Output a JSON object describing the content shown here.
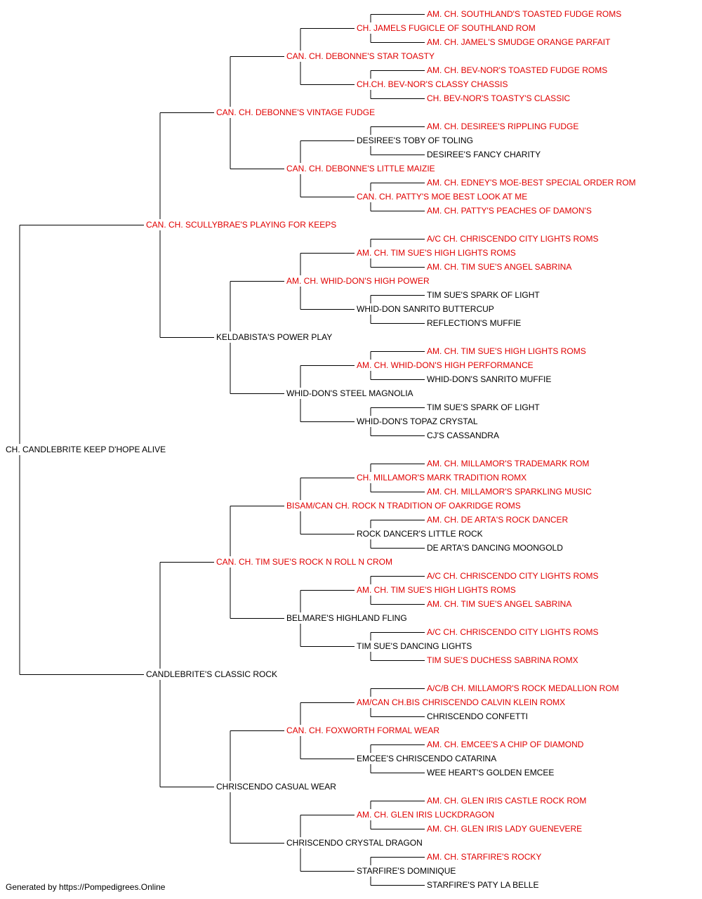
{
  "colors": {
    "champion": "#e00000",
    "normal": "#000000",
    "line": "#000000"
  },
  "footer": "Generated by https://Pompedigrees.Online",
  "pedigree": {
    "name": "CH. CANDLEBRITE KEEP D'HOPE ALIVE",
    "champion": false,
    "sire": {
      "name": "CAN. CH. SCULLYBRAE'S PLAYING FOR KEEPS",
      "champion": true,
      "sire": {
        "name": "CAN. CH. DEBONNE'S VINTAGE FUDGE",
        "champion": true,
        "sire": {
          "name": "CAN. CH. DEBONNE'S STAR TOASTY",
          "champion": true,
          "sire": {
            "name": "CH. JAMELS FUGICLE OF SOUTHLAND ROM",
            "champion": true,
            "sire": {
              "name": "AM. CH. SOUTHLAND'S TOASTED FUDGE ROMS",
              "champion": true
            },
            "dam": {
              "name": "AM. CH. JAMEL'S SMUDGE ORANGE PARFAIT",
              "champion": true
            }
          },
          "dam": {
            "name": "CH.CH. BEV-NOR'S CLASSY CHASSIS",
            "champion": true,
            "sire": {
              "name": "AM. CH. BEV-NOR'S TOASTED FUDGE ROMS",
              "champion": true
            },
            "dam": {
              "name": "CH. BEV-NOR'S TOASTY'S CLASSIC",
              "champion": true
            }
          }
        },
        "dam": {
          "name": "CAN. CH. DEBONNE'S LITTLE MAIZIE",
          "champion": true,
          "sire": {
            "name": "DESIREE'S TOBY OF TOLING",
            "champion": false,
            "sire": {
              "name": "AM. CH. DESIREE'S RIPPLING FUDGE",
              "champion": true
            },
            "dam": {
              "name": "DESIREE'S FANCY CHARITY",
              "champion": false
            }
          },
          "dam": {
            "name": "CAN. CH. PATTY'S MOE BEST LOOK AT ME",
            "champion": true,
            "sire": {
              "name": "AM. CH. EDNEY'S MOE-BEST SPECIAL ORDER ROM",
              "champion": true
            },
            "dam": {
              "name": "AM. CH. PATTY'S PEACHES OF DAMON'S",
              "champion": true
            }
          }
        }
      },
      "dam": {
        "name": "KELDABISTA'S POWER PLAY",
        "champion": false,
        "sire": {
          "name": "AM. CH. WHID-DON'S HIGH POWER",
          "champion": true,
          "sire": {
            "name": "AM. CH. TIM SUE'S HIGH LIGHTS ROMS",
            "champion": true,
            "sire": {
              "name": "A/C CH. CHRISCENDO CITY LIGHTS ROMS",
              "champion": true
            },
            "dam": {
              "name": "AM. CH. TIM SUE'S ANGEL SABRINA",
              "champion": true
            }
          },
          "dam": {
            "name": "WHID-DON SANRITO BUTTERCUP",
            "champion": false,
            "sire": {
              "name": "TIM SUE'S SPARK OF LIGHT",
              "champion": false
            },
            "dam": {
              "name": "REFLECTION'S MUFFIE",
              "champion": false
            }
          }
        },
        "dam": {
          "name": "WHID-DON'S STEEL MAGNOLIA",
          "champion": false,
          "sire": {
            "name": "AM. CH. WHID-DON'S HIGH PERFORMANCE",
            "champion": true,
            "sire": {
              "name": "AM. CH. TIM SUE'S HIGH LIGHTS ROMS",
              "champion": true
            },
            "dam": {
              "name": "WHID-DON'S SANRITO MUFFIE",
              "champion": false
            }
          },
          "dam": {
            "name": "WHID-DON'S TOPAZ CRYSTAL",
            "champion": false,
            "sire": {
              "name": "TIM SUE'S SPARK OF LIGHT",
              "champion": false
            },
            "dam": {
              "name": "CJ'S CASSANDRA",
              "champion": false
            }
          }
        }
      }
    },
    "dam": {
      "name": "CANDLEBRITE'S CLASSIC ROCK",
      "champion": false,
      "sire": {
        "name": "CAN. CH. TIM SUE'S ROCK N ROLL N CROM",
        "champion": true,
        "sire": {
          "name": "BISAM/CAN CH. ROCK N TRADITION OF OAKRIDGE ROMS",
          "champion": true,
          "sire": {
            "name": "CH. MILLAMOR'S MARK TRADITION ROMX",
            "champion": true,
            "sire": {
              "name": "AM. CH. MILLAMOR'S TRADEMARK ROM",
              "champion": true
            },
            "dam": {
              "name": "AM. CH. MILLAMOR'S SPARKLING MUSIC",
              "champion": true
            }
          },
          "dam": {
            "name": "ROCK DANCER'S LITTLE ROCK",
            "champion": false,
            "sire": {
              "name": "AM. CH. DE ARTA'S ROCK DANCER",
              "champion": true
            },
            "dam": {
              "name": "DE ARTA'S DANCING MOONGOLD",
              "champion": false
            }
          }
        },
        "dam": {
          "name": "BELMARE'S HIGHLAND FLING",
          "champion": false,
          "sire": {
            "name": "AM. CH. TIM SUE'S HIGH LIGHTS ROMS",
            "champion": true,
            "sire": {
              "name": "A/C CH. CHRISCENDO CITY LIGHTS ROMS",
              "champion": true
            },
            "dam": {
              "name": "AM. CH. TIM SUE'S ANGEL SABRINA",
              "champion": true
            }
          },
          "dam": {
            "name": "TIM SUE'S DANCING LIGHTS",
            "champion": false,
            "sire": {
              "name": "A/C CH. CHRISCENDO CITY LIGHTS ROMS",
              "champion": true
            },
            "dam": {
              "name": "TIM SUE'S DUCHESS SABRINA ROMX",
              "champion": true
            }
          }
        }
      },
      "dam": {
        "name": "CHRISCENDO CASUAL WEAR",
        "champion": false,
        "sire": {
          "name": "CAN. CH. FOXWORTH FORMAL WEAR",
          "champion": true,
          "sire": {
            "name": "AM/CAN CH.BIS CHRISCENDO CALVIN KLEIN ROMX",
            "champion": true,
            "sire": {
              "name": "A/C/B CH. MILLAMOR'S ROCK MEDALLION ROM",
              "champion": true
            },
            "dam": {
              "name": "CHRISCENDO CONFETTI",
              "champion": false
            }
          },
          "dam": {
            "name": "EMCEE'S CHRISCENDO CATARINA",
            "champion": false,
            "sire": {
              "name": "AM. CH. EMCEE'S A CHIP OF DIAMOND",
              "champion": true
            },
            "dam": {
              "name": "WEE HEART'S GOLDEN EMCEE",
              "champion": false
            }
          }
        },
        "dam": {
          "name": "CHRISCENDO CRYSTAL DRAGON",
          "champion": false,
          "sire": {
            "name": "AM. CH. GLEN IRIS LUCKDRAGON",
            "champion": true,
            "sire": {
              "name": "AM. CH. GLEN IRIS CASTLE ROCK ROM",
              "champion": true
            },
            "dam": {
              "name": "AM. CH. GLEN IRIS LADY GUENEVERE",
              "champion": true
            }
          },
          "dam": {
            "name": "STARFIRE'S DOMINIQUE",
            "champion": false,
            "sire": {
              "name": "AM. CH. STARFIRE'S ROCKY",
              "champion": true
            },
            "dam": {
              "name": "STARFIRE'S PATY LA BELLE",
              "champion": false
            }
          }
        }
      }
    }
  }
}
